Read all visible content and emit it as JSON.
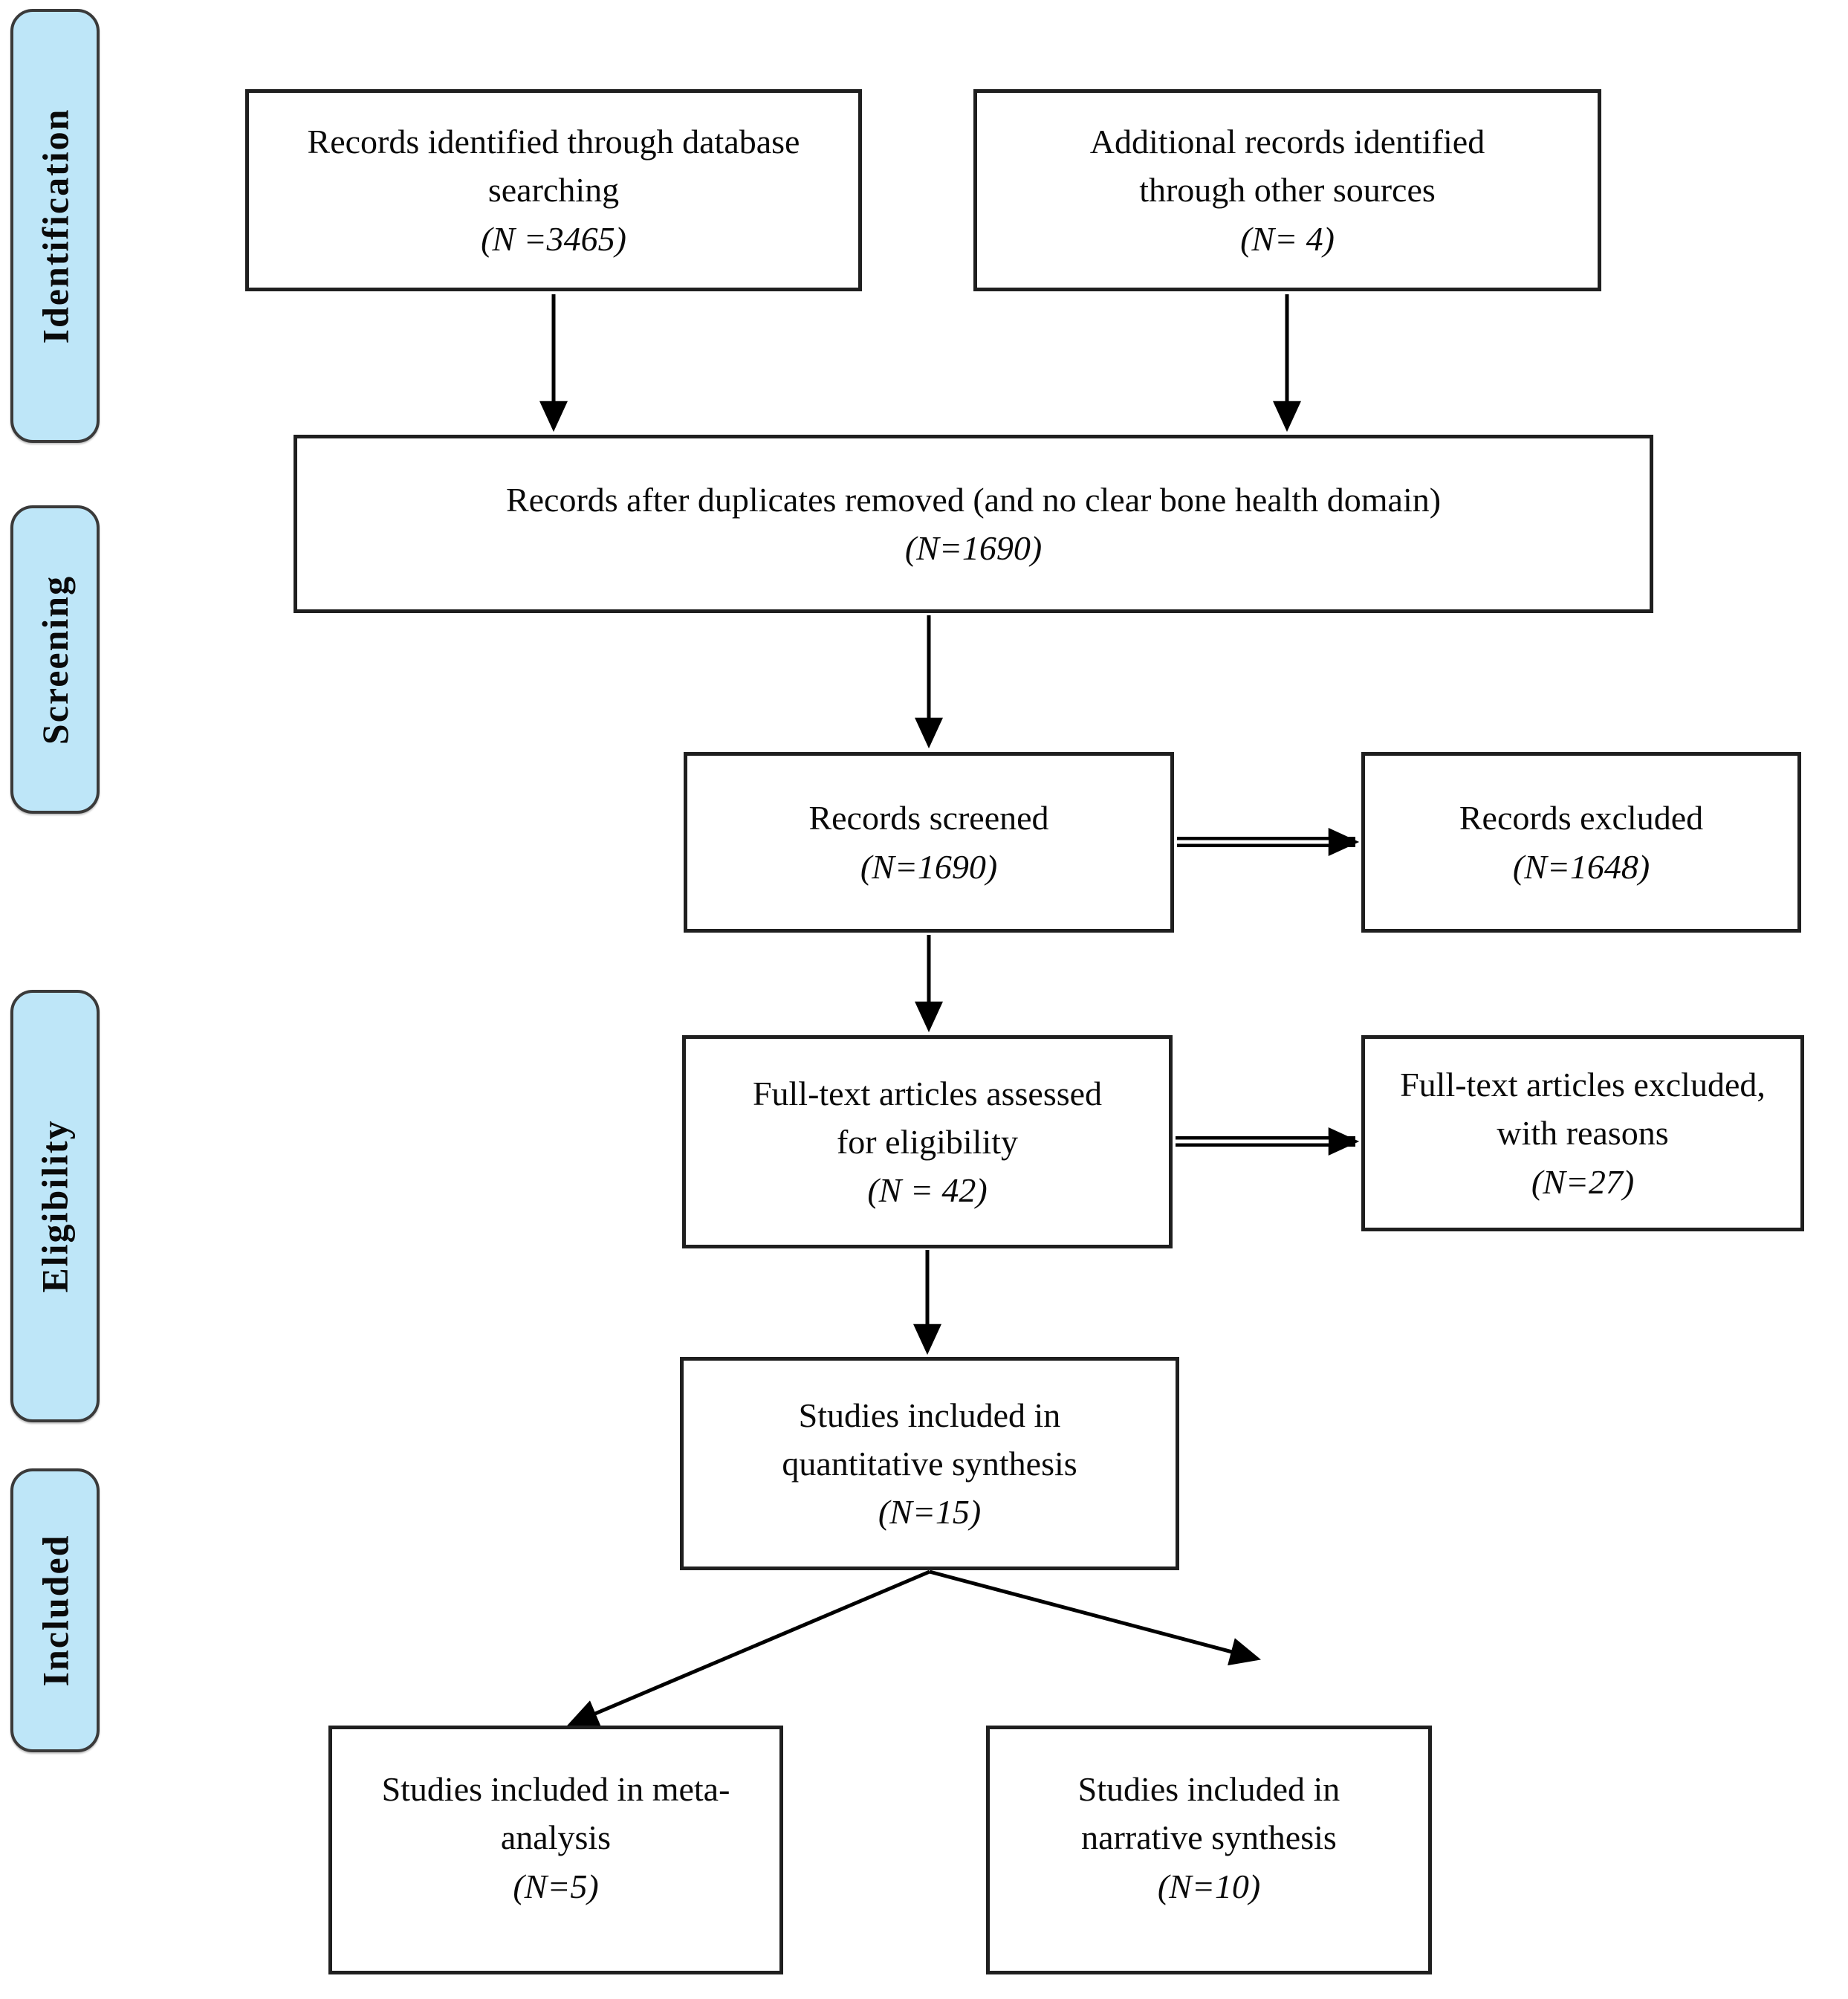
{
  "sidebar": {
    "items": [
      {
        "label": "Identification"
      },
      {
        "label": "Screening"
      },
      {
        "label": "Eligibility"
      },
      {
        "label": "Included"
      }
    ]
  },
  "flow": {
    "identified": {
      "line1": "Records identified through database",
      "line2": "searching",
      "n": "(N =3465)"
    },
    "additional": {
      "line1": "Additional records identified",
      "line2": "through other sources",
      "n": "(N= 4)"
    },
    "deduplicated": {
      "line1": "Records after duplicates removed (and no clear bone health domain)",
      "n": "(N=1690)"
    },
    "screened": {
      "line1": "Records screened",
      "n": "(N=1690)"
    },
    "excluded": {
      "line1": "Records excluded",
      "n": "(N=1648)"
    },
    "fulltext_assessed": {
      "line1": "Full-text articles assessed",
      "line2": "for eligibility",
      "n": "(N = 42)"
    },
    "fulltext_excluded": {
      "line1": "Full-text articles excluded,",
      "line2": "with reasons",
      "n": "(N=27)"
    },
    "quantitative": {
      "line1": "Studies included in",
      "line2": "quantitative synthesis",
      "n": "(N=15)"
    },
    "meta_analysis": {
      "line1": "Studies included in meta-",
      "line2": "analysis",
      "n": "(N=5)"
    },
    "narrative": {
      "line1": "Studies included in",
      "line2": "narrative synthesis",
      "n": "(N=10)"
    }
  },
  "colors": {
    "stage_fill": "#bee6f8",
    "stage_border": "#3a3a3a",
    "box_border": "#1f1f1f",
    "arrow": "#000000"
  }
}
